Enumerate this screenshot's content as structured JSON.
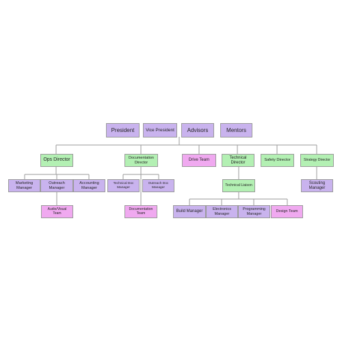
{
  "colors": {
    "purple": "#c9b3ee",
    "green": "#b3f0b3",
    "pink": "#f0a9f0",
    "line": "#9a9a9a"
  },
  "nodes": {
    "president": "President",
    "vice_president": "Vice President",
    "advisors": "Advisors",
    "mentors": "Mentors",
    "ops_director": "Ops Director",
    "documentation_director": "Documentation\nDirector",
    "drive_team": "Drive Team",
    "technical_director": "Technical\nDirector",
    "safety_director": "Safety Director",
    "strategy_director": "Strategy Director",
    "marketing_manager": "Marketing\nManager",
    "outreach_manager": "Outreach\nManager",
    "accounting_manager": "Accounting\nManager",
    "technical_doc_manager": "Technical Doc\nManager",
    "outreach_doc_manager": "Outreach Doc\nManager",
    "technical_liaison": "Technical Liaison",
    "scouting_manager": "Scouting\nManager",
    "audio_visual_team": "Audio/Visual\nTeam",
    "documentation_team": "Documentation\nTeam",
    "build_manager": "Build Manager",
    "electronics_manager": "Electronics\nManager",
    "programming_manager": "Programming\nManager",
    "design_team": "Design Team"
  }
}
